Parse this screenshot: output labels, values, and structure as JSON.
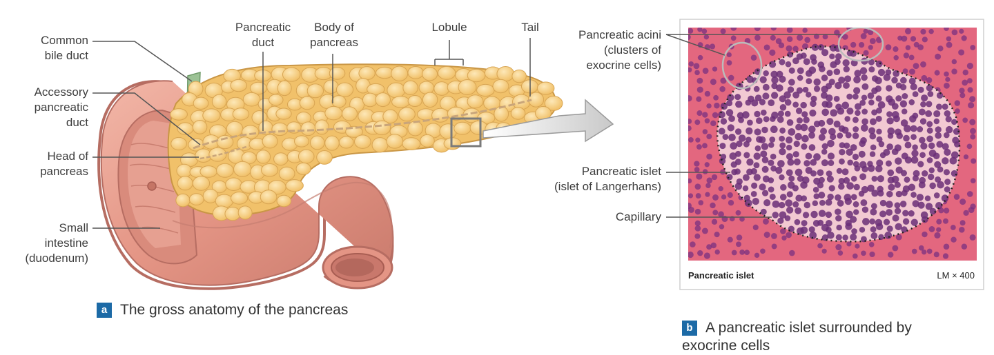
{
  "panel_a": {
    "caption_letter": "a",
    "caption": "The gross anatomy of the pancreas",
    "labels": {
      "common_bile_duct": "Common\nbile duct",
      "accessory_pancreatic_duct": "Accessory\npancreatic\nduct",
      "head_of_pancreas": "Head of\npancreas",
      "small_intestine": "Small\nintestine\n(duodenum)",
      "pancreatic_duct": "Pancreatic\nduct",
      "body_of_pancreas": "Body of\npancreas",
      "lobule": "Lobule",
      "tail": "Tail"
    }
  },
  "panel_b": {
    "caption_letter": "b",
    "caption": "A pancreatic islet surrounded by\nexocrine cells",
    "labels": {
      "pancreatic_acini": "Pancreatic acini\n(clusters of\nexocrine cells)",
      "pancreatic_islet": "Pancreatic islet\n(islet of Langerhans)",
      "capillary": "Capillary"
    },
    "photo_title": "Pancreatic islet",
    "magnification": "LM × 400"
  },
  "colors": {
    "intestine": "#e8a496",
    "intestine_dark": "#c9786c",
    "pancreas": "#f3c56e",
    "pancreas_light": "#fbe0a3",
    "duct_green": "#8fb98a",
    "tissue_pink": "#e56f88",
    "nucleus": "#6b2f78",
    "caption_box": "#1c6aa6"
  }
}
